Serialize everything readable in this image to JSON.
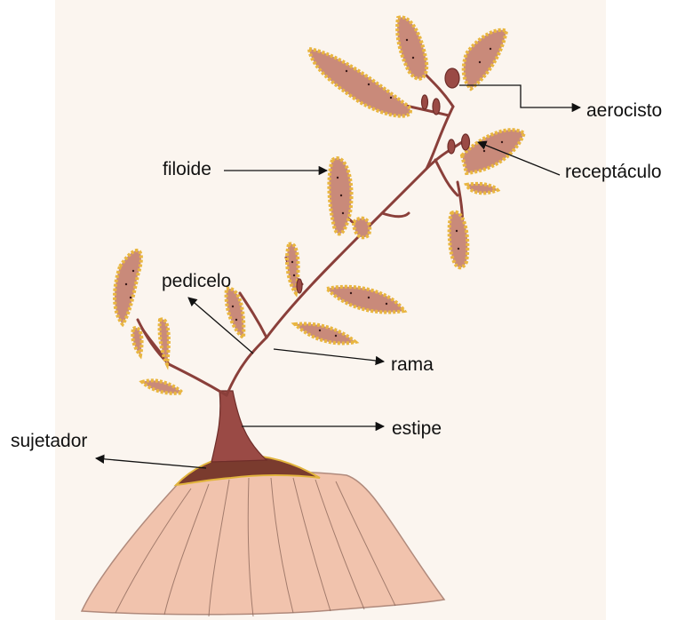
{
  "labels": {
    "aerocisto": "aerocisto",
    "receptaculo": "receptáculo",
    "filoide": "filoide",
    "pedicelo": "pedicelo",
    "rama": "rama",
    "estipe": "estipe",
    "sujetador": "sujetador"
  },
  "colors": {
    "paper": "#fbf5ef",
    "leaf_fill": "#c98a7a",
    "leaf_edge": "#e9b640",
    "stem": "#8a3f3a",
    "base_fill": "#f1c3ad",
    "base_lines": "#8f6a5c",
    "holdfast": "#7a3b2e",
    "line": "#111111"
  }
}
